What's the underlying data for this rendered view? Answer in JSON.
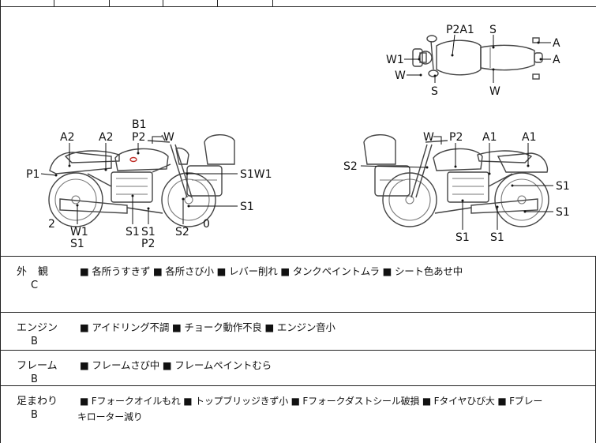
{
  "diagram": {
    "top_view": {
      "labels": [
        "P2A1",
        "S",
        "A",
        "A",
        "W1",
        "W",
        "S",
        "W"
      ]
    },
    "left_side": {
      "labels": [
        "B1",
        "P2",
        "W",
        "A2",
        "A2",
        "P1",
        "S1W1",
        "S1",
        "2",
        "W1",
        "S1",
        "S1",
        "S1",
        "S2",
        "0",
        "P2"
      ]
    },
    "right_side": {
      "labels": [
        "W",
        "P2",
        "A1",
        "A1",
        "S2",
        "S1",
        "S1",
        "S1",
        "S1"
      ]
    }
  },
  "sections": {
    "exterior": {
      "category": "外観",
      "grade": "C",
      "items": [
        "■ 各所うすきず",
        "■ 各所さび小",
        "■ レバー削れ",
        "■ タンクペイントムラ",
        "■ シート色あせ中"
      ]
    },
    "engine": {
      "category": "エンジン",
      "grade": "B",
      "items": [
        "■ アイドリング不調",
        "■ チョーク動作不良",
        "■ エンジン音小"
      ]
    },
    "frame": {
      "category": "フレーム",
      "grade": "B",
      "items": [
        "■ フレームさび中",
        "■ フレームペイントむら"
      ]
    },
    "suspension": {
      "category": "足まわり",
      "grade": "B",
      "line1": "■ Fフォークオイルもれ ■ トップブリッジきず小 ■ Fフォークダストシール破損 ■ Fタイヤひび大 ■ Fブレー",
      "line2": "キローター減り"
    }
  }
}
